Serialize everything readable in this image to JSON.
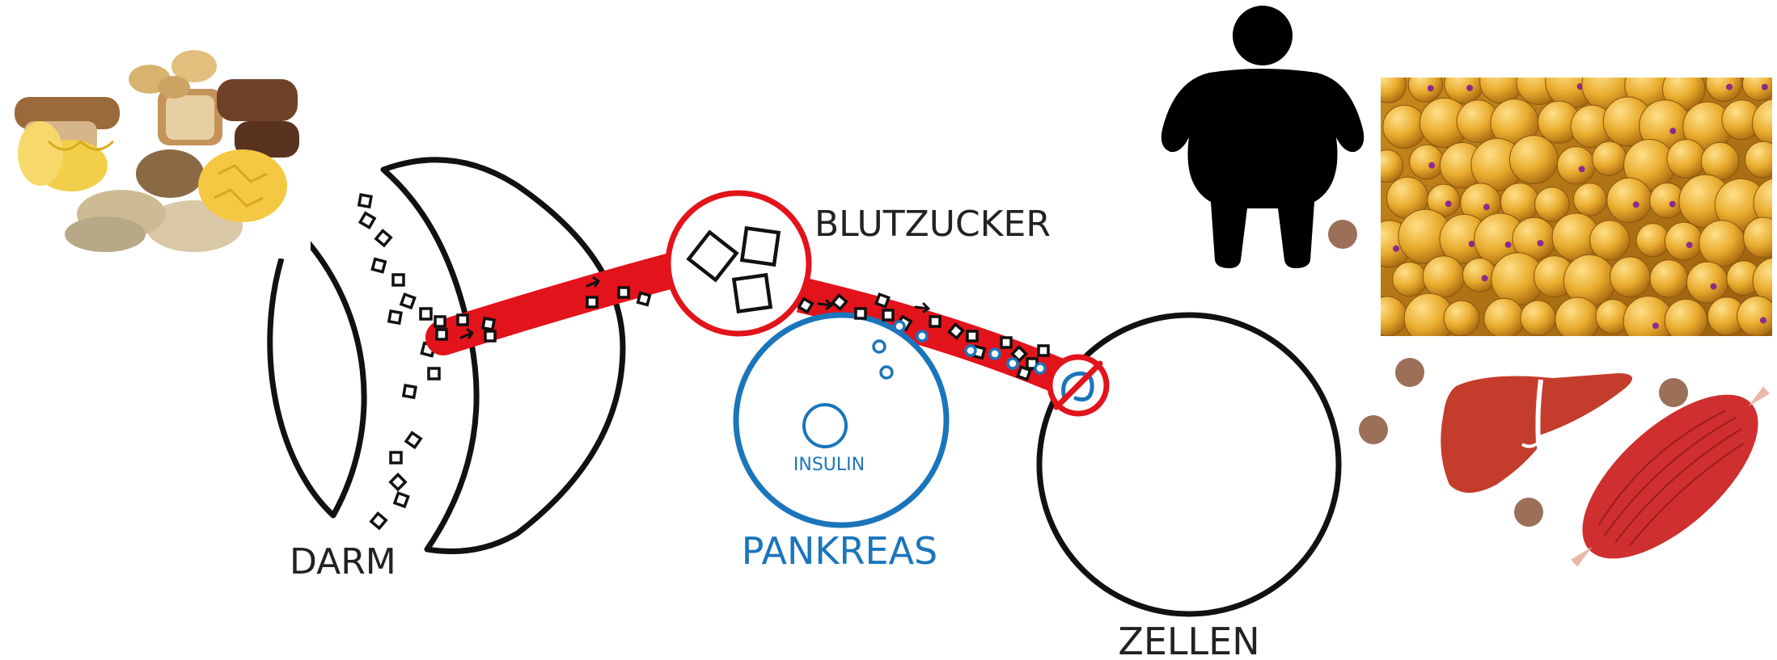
{
  "labels": {
    "darm": "DARM",
    "blutzucker": "BLUTZUCKER",
    "insulin": "INSULIN",
    "pankreas": "PANKREAS",
    "zellen": "ZELLEN"
  },
  "colors": {
    "ink": "#111111",
    "blood_red": "#e3131b",
    "pancreas_blue": "#1b75bb",
    "droplet_brown": "#9b6f58",
    "fat_yellow": "#d9a025",
    "organ_red": "#c43d2c",
    "muscle_red": "#cf2f2f"
  },
  "icons": {
    "food": "carbohydrate-food-icon",
    "body": "overweight-person-icon",
    "fat": "fat-cells-icon",
    "liver": "liver-icon",
    "muscle": "muscle-icon",
    "blocked": "blocked-receptor-icon"
  }
}
